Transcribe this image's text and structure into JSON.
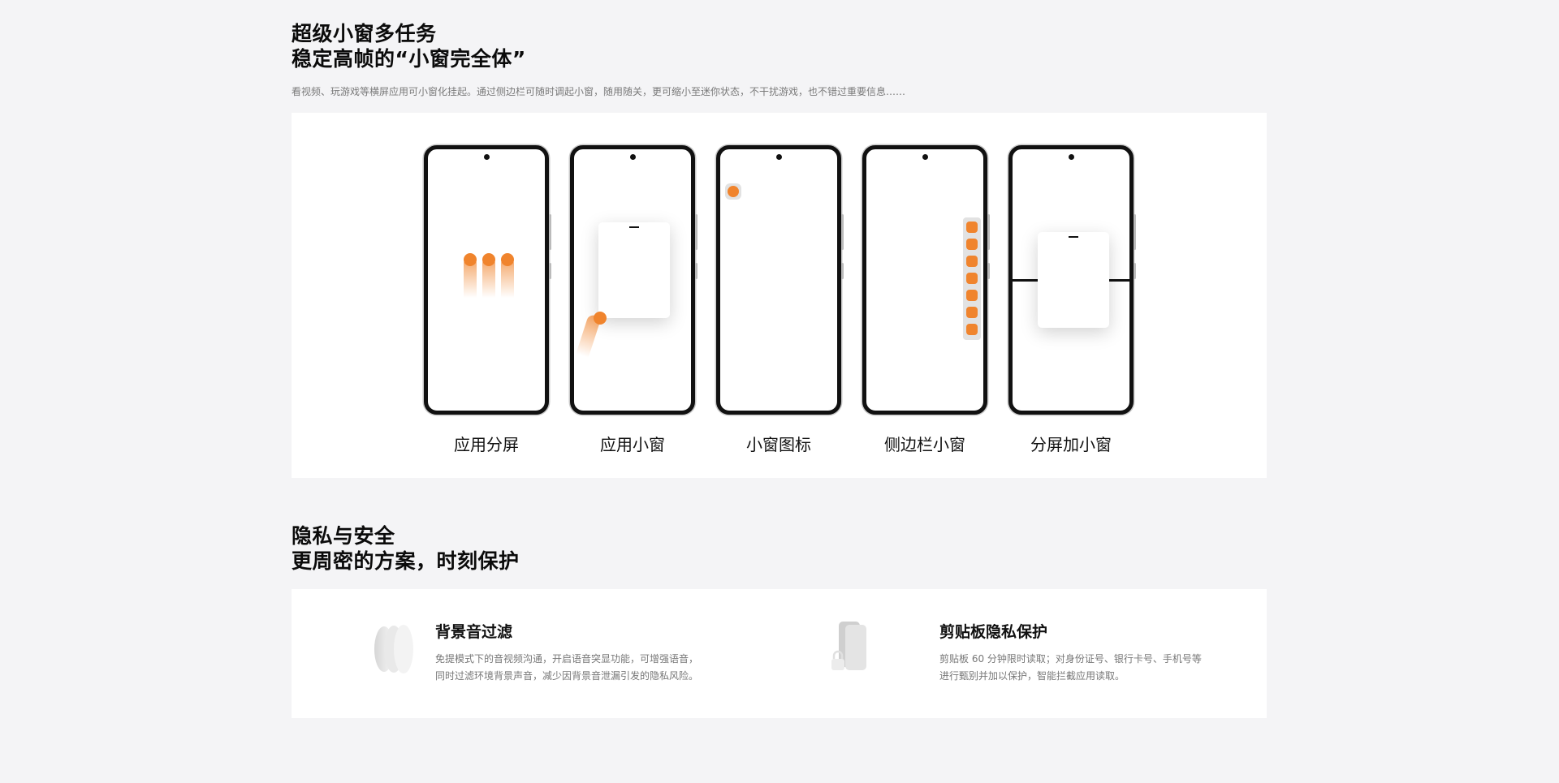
{
  "multitask": {
    "title_line1": "超级小窗多任务",
    "title_line2": "稳定高帧的“小窗完全体”",
    "description": "看视频、玩游戏等横屏应用可小窗化挂起。通过侧边栏可随时调起小窗，随用随关，更可缩小至迷你状态，不干扰游戏，也不错过重要信息……",
    "phones": [
      {
        "label": "应用分屏"
      },
      {
        "label": "应用小窗"
      },
      {
        "label": "小窗图标"
      },
      {
        "label": "侧边栏小窗"
      },
      {
        "label": "分屏加小窗"
      }
    ]
  },
  "privacy": {
    "title_line1": "隐私与安全",
    "title_line2": "更周密的方案，时刻保护",
    "features": [
      {
        "icon": "sound-filter-icon",
        "title": "背景音过滤",
        "desc_line1": "免提模式下的音视频沟通，开启语音突显功能，可增强语音，",
        "desc_line2": "同时过滤环境背景声音，减少因背景音泄漏引发的隐私风险。"
      },
      {
        "icon": "clipboard-lock-icon",
        "title": "剪贴板隐私保护",
        "desc_line1": "剪贴板 60 分钟限时读取；对身份证号、银行卡号、手机号等",
        "desc_line2": "进行甄别并加以保护，智能拦截应用读取。"
      }
    ]
  },
  "colors": {
    "page_bg": "#f4f4f6",
    "panel_bg": "#ffffff",
    "accent_orange": "#f0842d",
    "title_text": "#0b0b0b",
    "desc_text": "#7a7a7a"
  }
}
